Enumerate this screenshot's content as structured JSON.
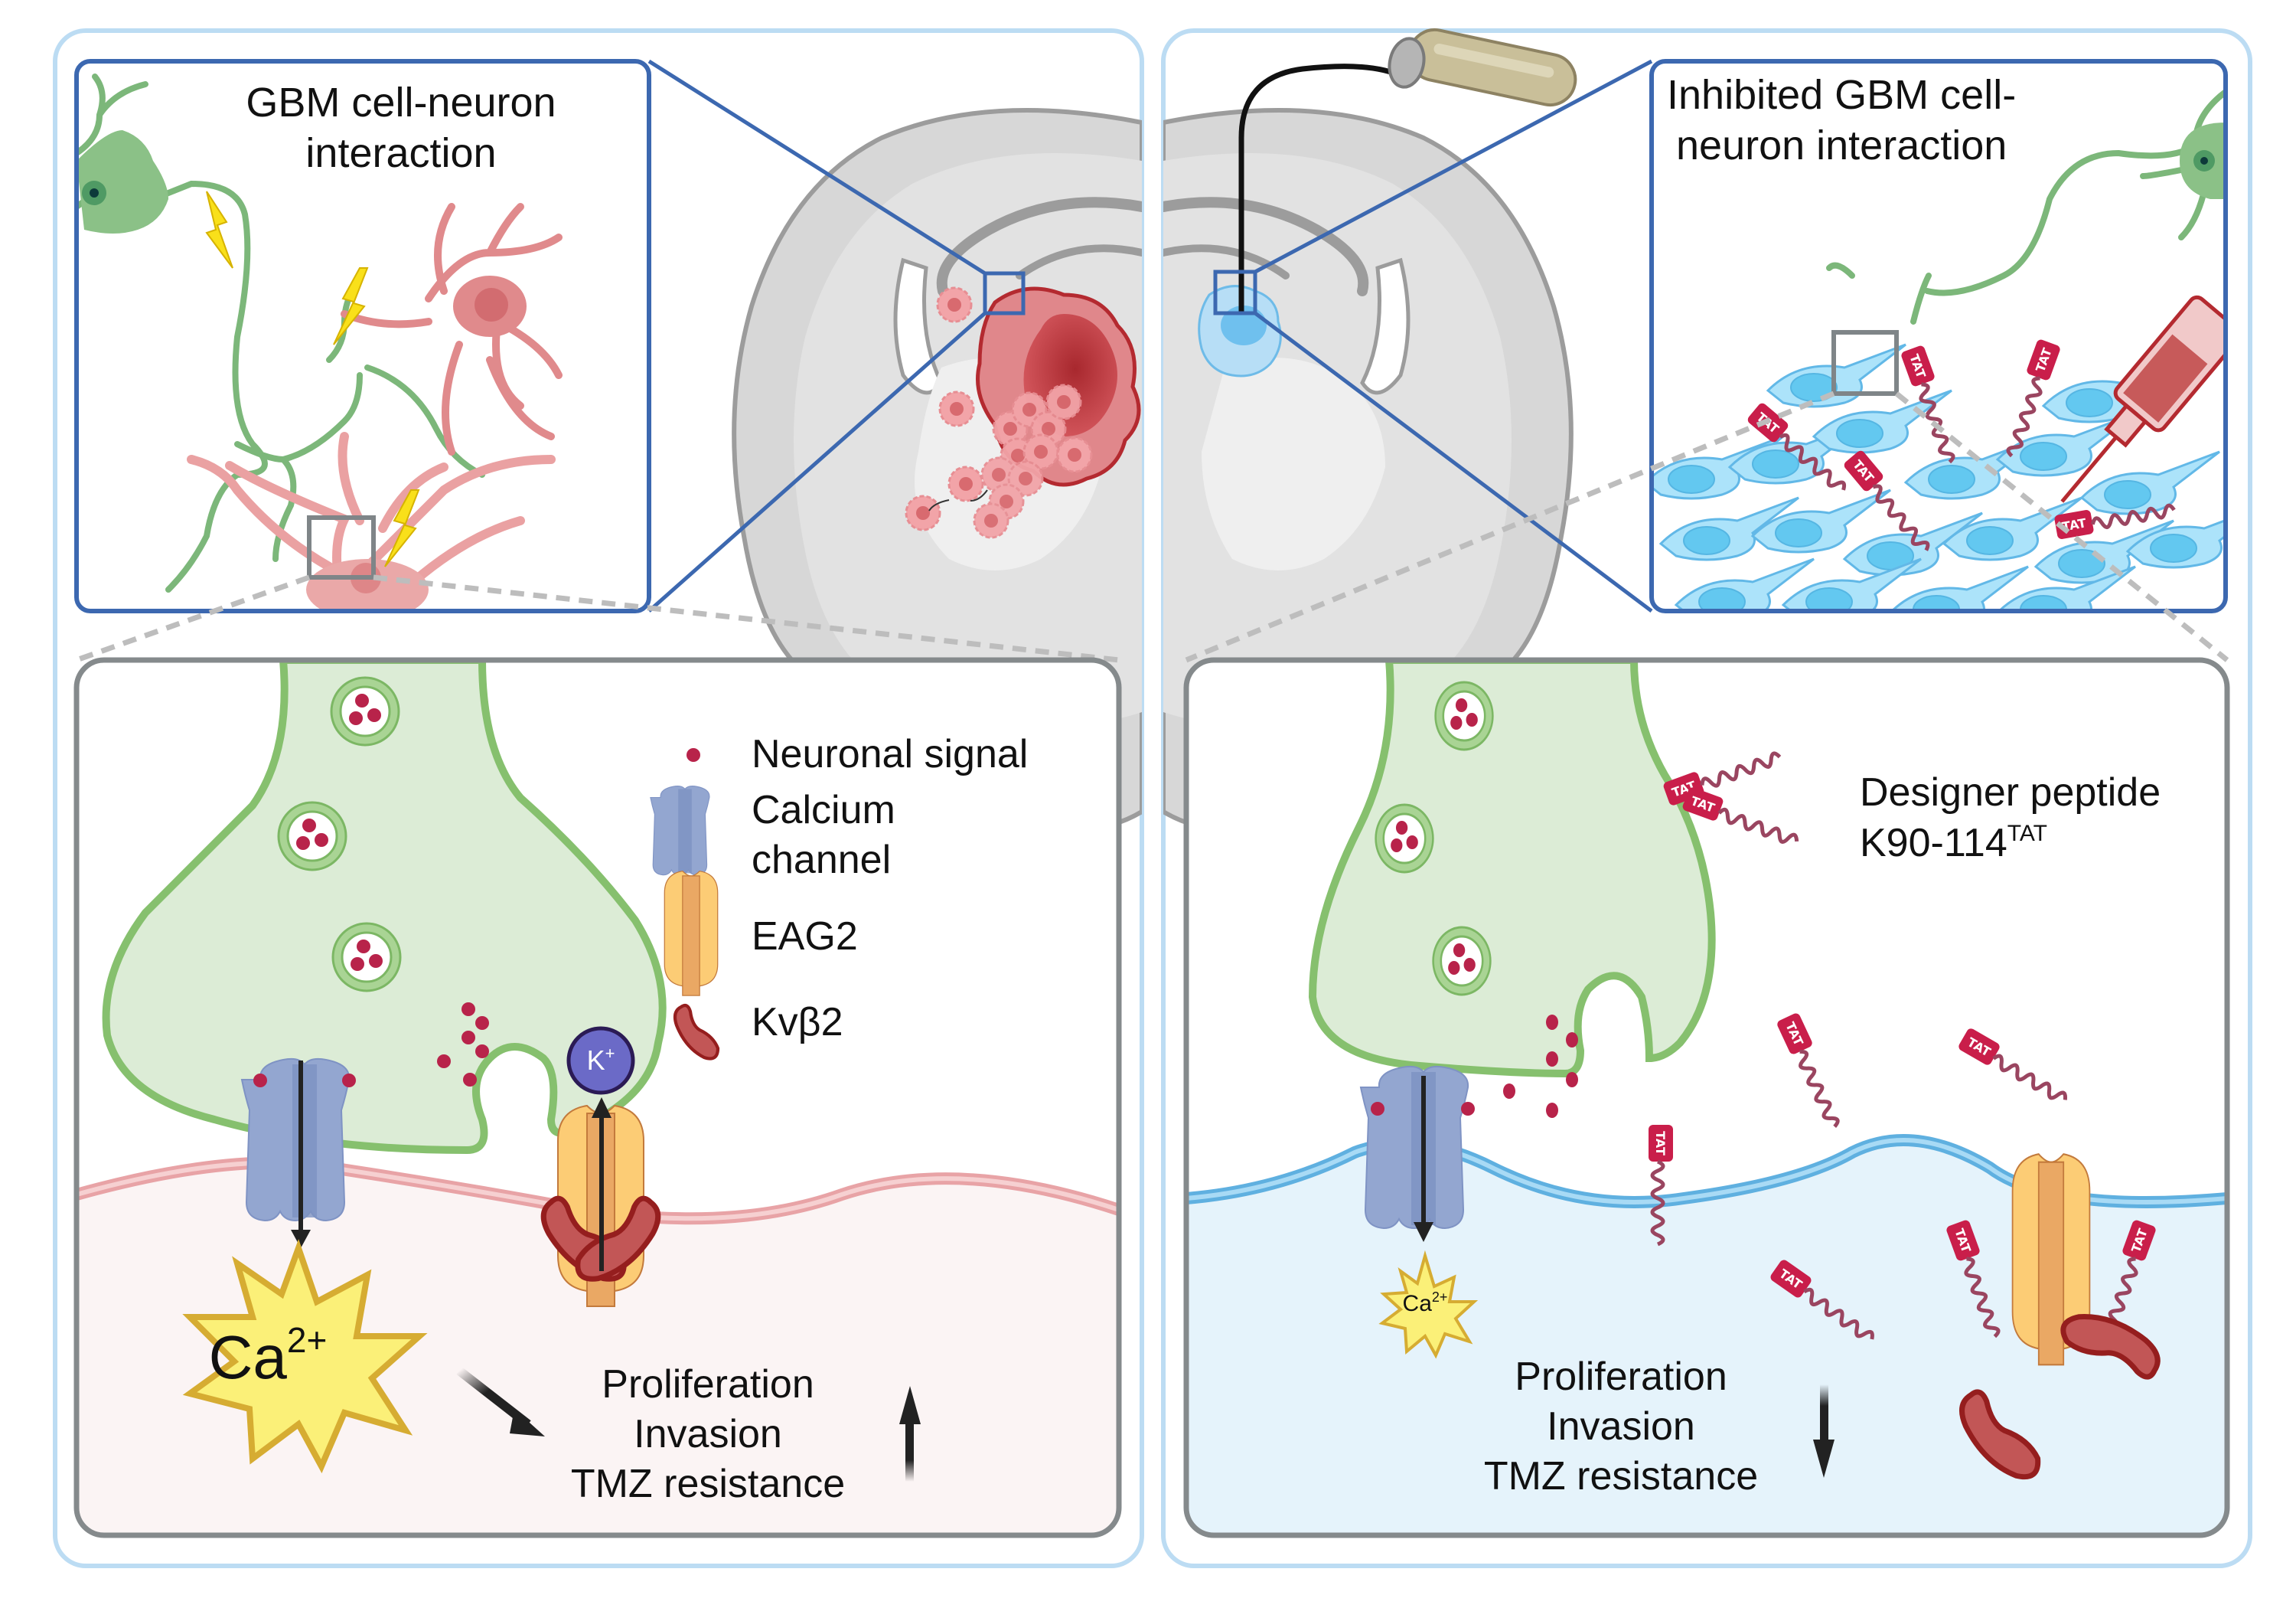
{
  "figure": {
    "type": "graphical-abstract",
    "left_condition": {
      "inset_title_line1": "GBM cell-neuron",
      "inset_title_line2": "interaction",
      "ion_label": "K",
      "ion_charge": "+",
      "calcium_label": "Ca",
      "calcium_charge": "2+",
      "outcomes": [
        "Proliferation",
        "Invasion",
        "TMZ resistance"
      ],
      "outcome_direction": "up"
    },
    "right_condition": {
      "inset_title_line1": "Inhibited GBM cell-",
      "inset_title_line2": "neuron interaction",
      "calcium_label": "Ca",
      "calcium_charge": "2+",
      "peptide_tag": "TAT",
      "outcomes": [
        "Proliferation",
        "Invasion",
        "TMZ resistance"
      ],
      "outcome_direction": "down"
    },
    "legend": [
      {
        "icon": "neuronal-signal-dot",
        "label": "Neuronal signal"
      },
      {
        "icon": "calcium-channel-icon",
        "label_line1": "Calcium",
        "label_line2": "channel"
      },
      {
        "icon": "eag2-channel-icon",
        "label": "EAG2"
      },
      {
        "icon": "kvbeta2-icon",
        "label": "Kvβ2"
      }
    ],
    "peptide_legend": {
      "line1": "Designer peptide",
      "line2_base": "K90-114",
      "line2_sup": "TAT"
    },
    "colors": {
      "outer_border": "#bcdcf3",
      "inset_border": "#3c68b0",
      "panel_border": "#858a8c",
      "left_cell_bg": "#fbf4f4",
      "right_cell_bg": "#e5f3fb",
      "left_membrane": "#e8a3a6",
      "right_membrane": "#5fb0e0",
      "presynapse_fill": "#dcecd6",
      "presynapse_stroke": "#86c06e",
      "neuronal_signal": "#b8234a",
      "calcium_channel": "#93a6d0",
      "eag2_fill": "#fccc75",
      "eag2_core": "#eaa864",
      "kvbeta2_fill": "#c25656",
      "kvbeta2_stroke": "#951e1e",
      "k_ion": "#6b6ac7",
      "calcium_star": "#fbf078",
      "calcium_star_stroke": "#d6ac32",
      "tat_tag": "#c91e4a",
      "tumor_red": "#d86a6f",
      "tumor_blue": "#7cc3ec",
      "brain_gray": "#d7d7d7"
    }
  }
}
